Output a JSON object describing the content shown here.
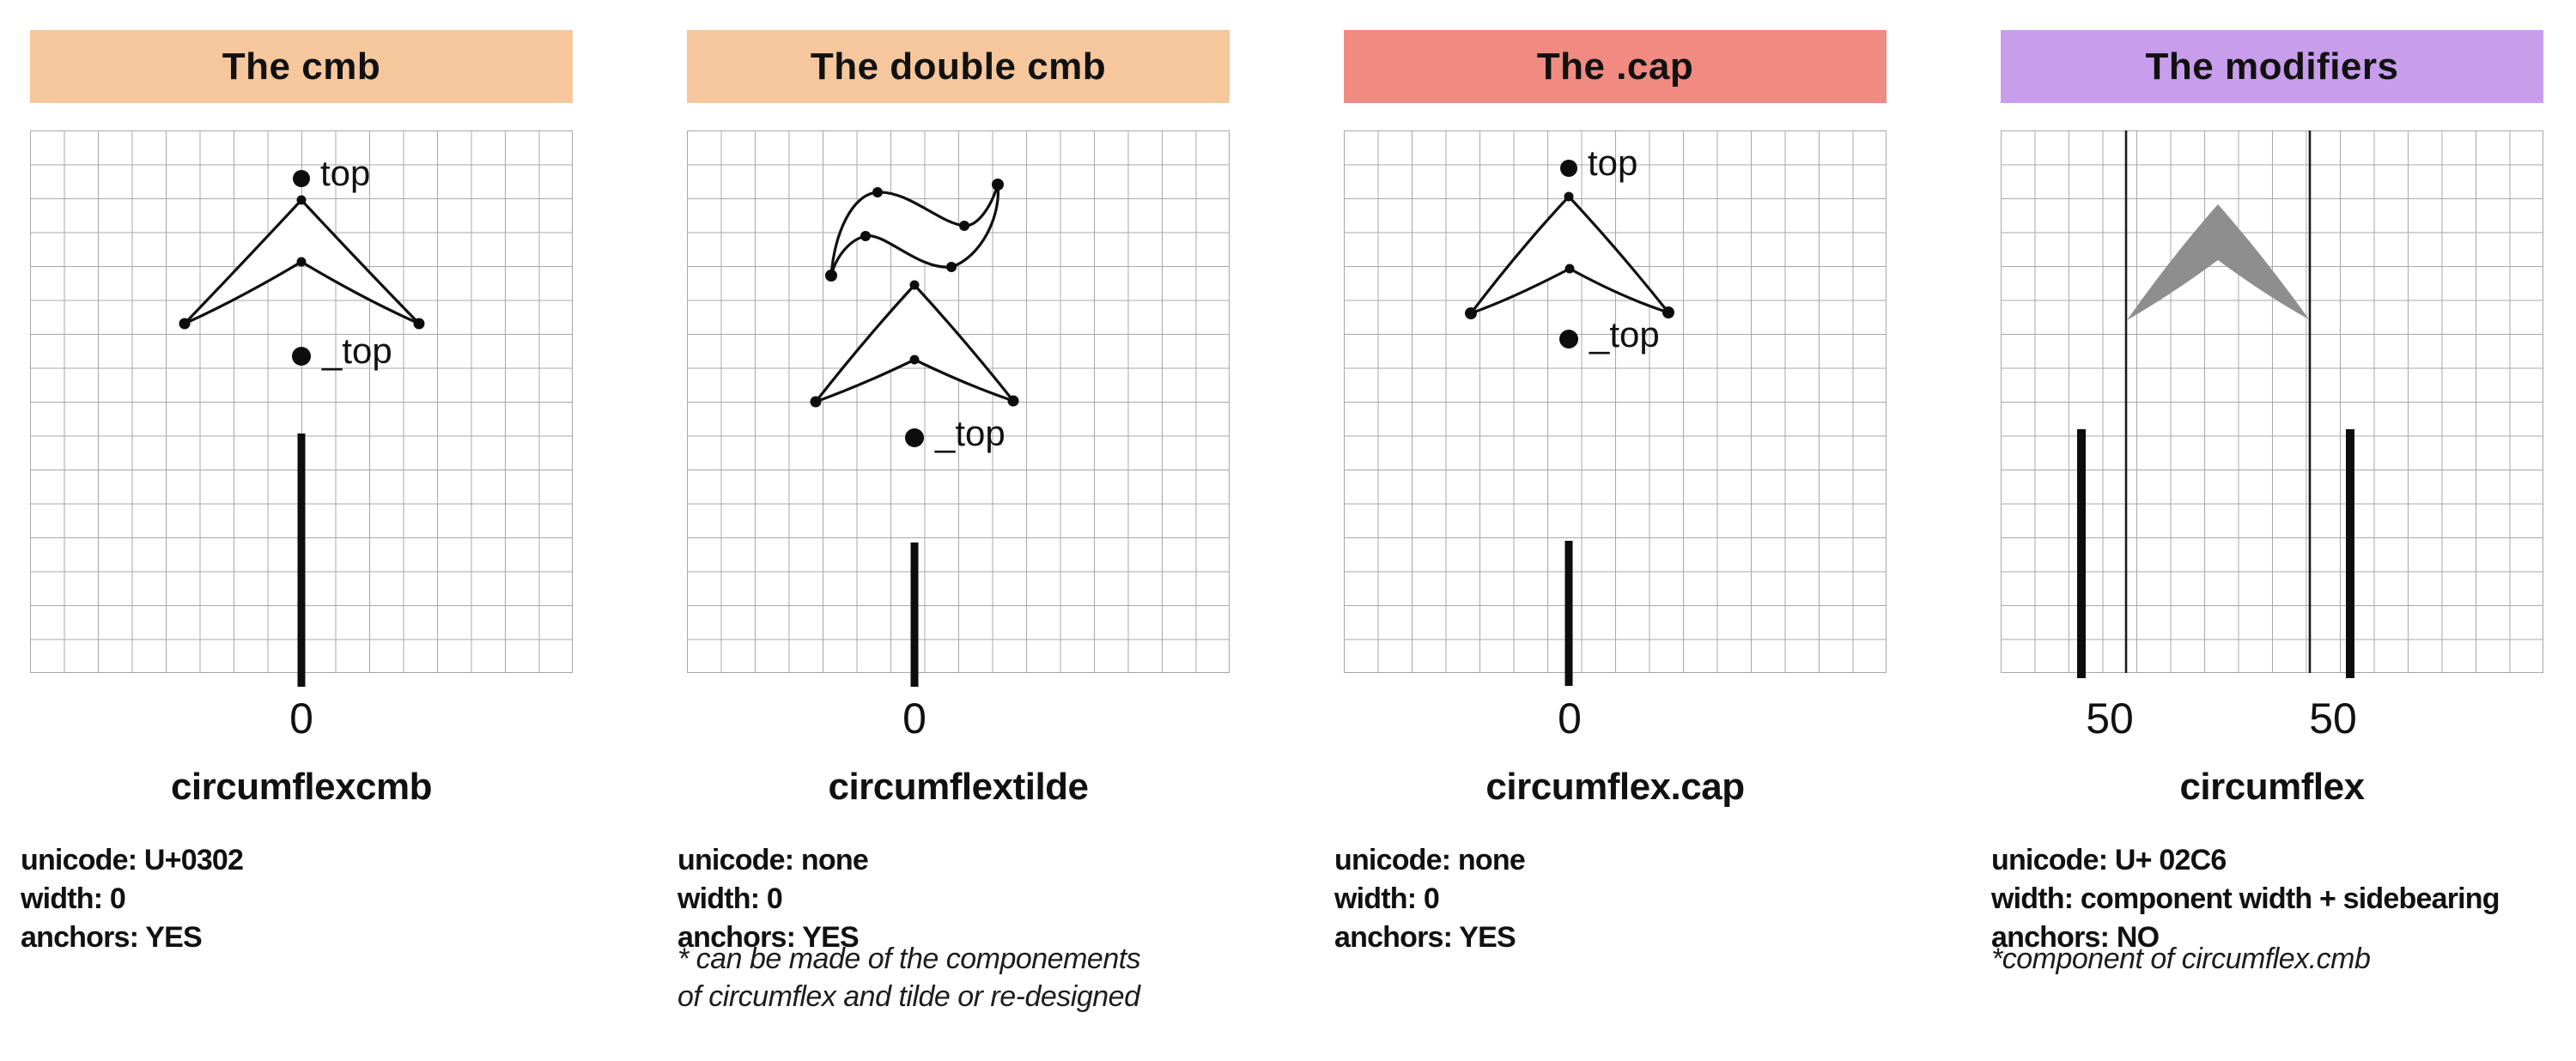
{
  "panels": [
    {
      "header": {
        "label": "The cmb",
        "bg": "#f6c79c"
      },
      "glyph_name": "circumflexcmb",
      "info": [
        "unicode: U+0302",
        "width: 0",
        "anchors: YES"
      ],
      "anchor_labels": {
        "top": "top",
        "bottom": "_top"
      },
      "axis_labels": [
        "0"
      ],
      "note": []
    },
    {
      "header": {
        "label": "The double cmb",
        "bg": "#f6c79c"
      },
      "glyph_name": "circumflextilde",
      "info": [
        "unicode: none",
        "width: 0",
        "anchors: YES"
      ],
      "anchor_labels": {
        "bottom": "_top"
      },
      "axis_labels": [
        "0"
      ],
      "note": [
        "* can be made of the componements",
        "of circumflex and tilde or re-designed"
      ]
    },
    {
      "header": {
        "label": "The .cap",
        "bg": "#f18a80"
      },
      "glyph_name": "circumflex.cap",
      "info": [
        "unicode: none",
        "width: 0",
        "anchors: YES"
      ],
      "anchor_labels": {
        "top": "top",
        "bottom": "_top"
      },
      "axis_labels": [
        "0"
      ],
      "note": []
    },
    {
      "header": {
        "label": "The modifiers",
        "bg": "#c79dec"
      },
      "glyph_name": "circumflex",
      "glyph_fill": "#8e8e8e",
      "info": [
        "unicode: U+ 02C6",
        "width: component width + sidebearing",
        "anchors: NO"
      ],
      "anchor_labels": {},
      "axis_labels": [
        "50",
        "50"
      ],
      "note": [
        "*component of circumflex.cmb"
      ]
    }
  ]
}
